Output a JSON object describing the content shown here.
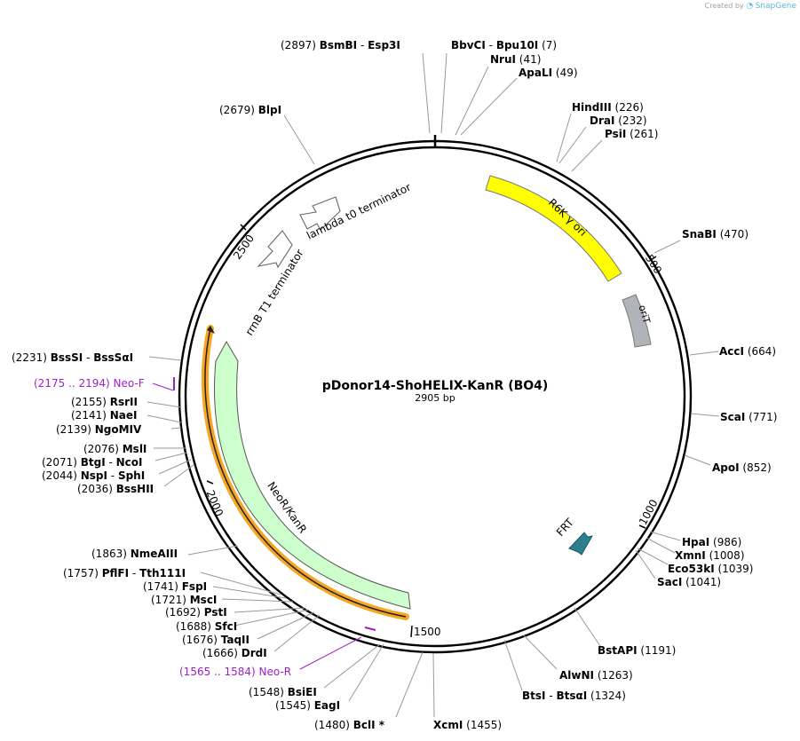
{
  "credit": {
    "prefix": "Created by",
    "brand": "SnapGene"
  },
  "plasmid": {
    "name": "pDonor14-ShoHELIX-KanR (BO4)",
    "size_label": "2905 bp",
    "length": 2905
  },
  "colors": {
    "backbone": "#000000",
    "leader": "#999999",
    "primer": "#a020c8",
    "r6k_ori": "#ffff00",
    "orit": "#b0b3b8",
    "neor": "#ccffcc",
    "terminator": "#ffffff",
    "frt": "#2b7f8f",
    "orf": "#ff9900"
  },
  "ticks": [
    "500",
    "1000",
    "1500",
    "2000",
    "2500"
  ],
  "features": [
    {
      "key": "r6k",
      "label": "R6K γ ori"
    },
    {
      "key": "orit",
      "label": "oriT"
    },
    {
      "key": "lambda",
      "label": "lambda t0 terminator"
    },
    {
      "key": "rrnb",
      "label": "rrnB T1 terminator"
    },
    {
      "key": "neor",
      "label": "NeoR/KanR"
    },
    {
      "key": "frt",
      "label": "FRT"
    }
  ],
  "sites": [
    {
      "name": "BbvCI",
      "name2": "Bpu10I",
      "pos": "(7)"
    },
    {
      "name": "NruI",
      "pos": "(41)"
    },
    {
      "name": "ApaLI",
      "pos": "(49)"
    },
    {
      "name": "HindIII",
      "pos": "(226)"
    },
    {
      "name": "DraI",
      "pos": "(232)"
    },
    {
      "name": "PsiI",
      "pos": "(261)"
    },
    {
      "name": "SnaBI",
      "pos": "(470)"
    },
    {
      "name": "AccI",
      "pos": "(664)"
    },
    {
      "name": "ScaI",
      "pos": "(771)"
    },
    {
      "name": "ApoI",
      "pos": "(852)"
    },
    {
      "name": "HpaI",
      "pos": "(986)"
    },
    {
      "name": "XmnI",
      "pos": "(1008)"
    },
    {
      "name": "Eco53kI",
      "pos": "(1039)"
    },
    {
      "name": "SacI",
      "pos": "(1041)"
    },
    {
      "name": "BstAPI",
      "pos": "(1191)"
    },
    {
      "name": "AlwNI",
      "pos": "(1263)"
    },
    {
      "name": "BtsI",
      "name2": "BtsαI",
      "pos": "(1324)"
    },
    {
      "name": "XcmI",
      "pos": "(1455)"
    },
    {
      "name": "BclI *",
      "pos": "(1480)"
    },
    {
      "name": "EagI",
      "pos": "(1545)"
    },
    {
      "name": "BsiEI",
      "pos": "(1548)"
    },
    {
      "name": "DrdI",
      "pos": "(1666)"
    },
    {
      "name": "TaqII",
      "pos": "(1676)"
    },
    {
      "name": "SfcI",
      "pos": "(1688)"
    },
    {
      "name": "PstI",
      "pos": "(1692)"
    },
    {
      "name": "MscI",
      "pos": "(1721)"
    },
    {
      "name": "FspI",
      "pos": "(1741)"
    },
    {
      "name": "PflFI",
      "name2": "Tth111I",
      "pos": "(1757)"
    },
    {
      "name": "NmeAIII",
      "pos": "(1863)"
    },
    {
      "name": "BssHII",
      "pos": "(2036)"
    },
    {
      "name": "NspI",
      "name2": "SphI",
      "pos": "(2044)"
    },
    {
      "name": "BtgI",
      "name2": "NcoI",
      "pos": "(2071)"
    },
    {
      "name": "MslI",
      "pos": "(2076)"
    },
    {
      "name": "NgoMIV",
      "pos": "(2139)"
    },
    {
      "name": "NaeI",
      "pos": "(2141)"
    },
    {
      "name": "RsrII",
      "pos": "(2155)"
    },
    {
      "name": "BssSI",
      "name2": "BssSαI",
      "pos": "(2231)"
    },
    {
      "name": "BlpI",
      "pos": "(2679)"
    },
    {
      "name": "BsmBI",
      "name2": "Esp3I",
      "pos": "(2897)"
    }
  ],
  "primers": [
    {
      "name": "Neo-F",
      "range": "(2175 .. 2194)"
    },
    {
      "name": "Neo-R",
      "range": "(1565 .. 1584)"
    }
  ]
}
